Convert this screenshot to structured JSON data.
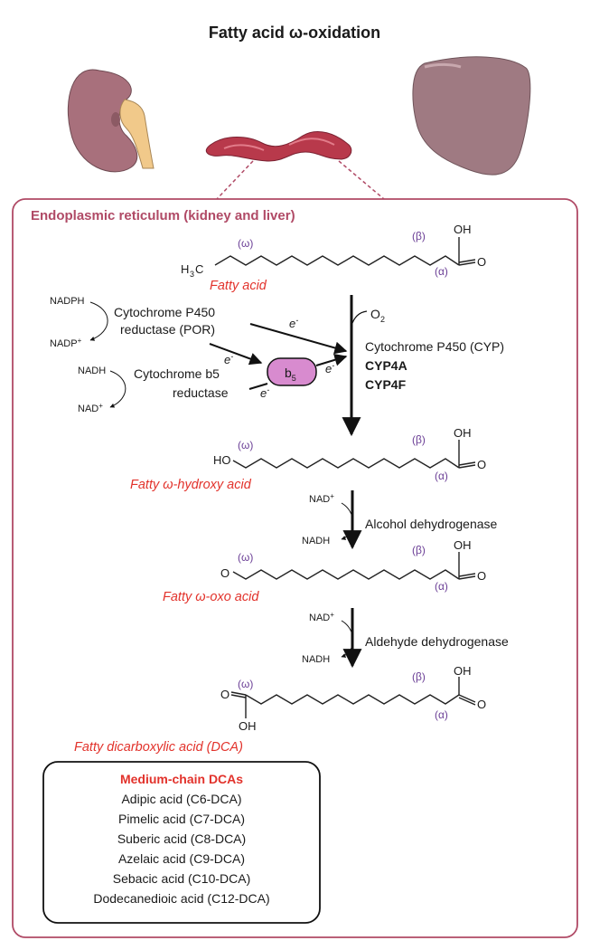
{
  "title": "Fatty acid ω-oxidation",
  "er_label": "Endoplasmic reticulum (kidney and liver)",
  "organ_icons": [
    "kidney-icon",
    "endoplasmic-reticulum-icon",
    "liver-icon"
  ],
  "colors": {
    "frame": "#b04a66",
    "compound_name": "#e2322b",
    "greek": "#6b3f96",
    "b5_fill": "#d88bcf",
    "kidney": "#a8707c",
    "liver": "#9f7a82",
    "er": "#b8394b"
  },
  "labels": {
    "omega": "(ω)",
    "beta": "(β)",
    "alpha": "(α)",
    "oh": "OH",
    "o": "O",
    "ho": "HO",
    "h3c_h": "H",
    "h3c_3": "3",
    "h3c_c": "C",
    "o2_o": "O",
    "o2_2": "2",
    "b5_b": "b",
    "b5_5": "5",
    "e": "e",
    "e_sup": "-"
  },
  "compounds": [
    "Fatty acid",
    "Fatty ω-hydroxy acid",
    "Fatty ω-oxo acid",
    "Fatty dicarboxylic acid (DCA)"
  ],
  "electron_transfer": {
    "nadph": "NADPH",
    "nadp_base": "NADP",
    "nadh": "NADH",
    "nad_base": "NAD",
    "plus": "+",
    "por_line1": "Cytochrome P450",
    "por_line2": "reductase (POR)",
    "b5r_line1": "Cytochrome b5",
    "b5r_line2": "reductase"
  },
  "cyp": {
    "line1": "Cytochrome P450 (CYP)",
    "line2": "CYP4A",
    "line3": "CYP4F"
  },
  "steps": [
    {
      "cofactor_in": "NAD",
      "cofactor_out": "NADH",
      "enzyme": "Alcohol dehydrogenase"
    },
    {
      "cofactor_in": "NAD",
      "cofactor_out": "NADH",
      "enzyme": "Aldehyde dehydrogenase"
    }
  ],
  "medium_chain": {
    "title": "Medium-chain DCAs",
    "items": [
      "Adipic acid (C6-DCA)",
      "Pimelic acid (C7-DCA)",
      "Suberic acid (C8-DCA)",
      "Azelaic acid (C9-DCA)",
      "Sebacic acid (C10-DCA)",
      "Dodecanedioic acid (C12-DCA)"
    ]
  }
}
